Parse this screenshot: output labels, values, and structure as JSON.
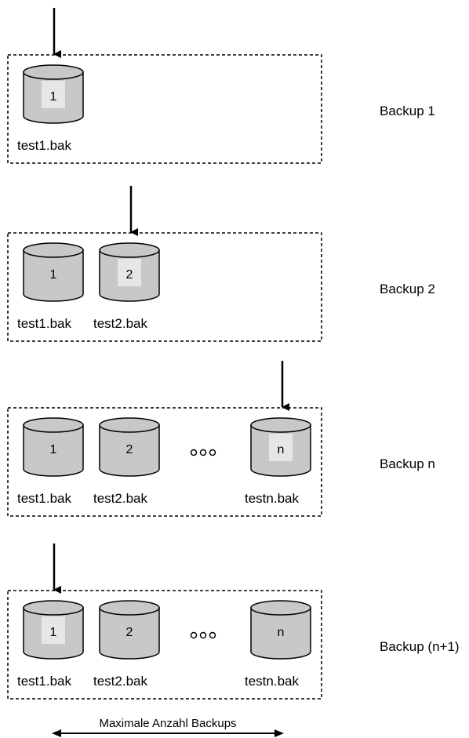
{
  "colors": {
    "cylinder_fill": "#c8c8c8",
    "highlight_fill": "#e6e6e6",
    "stroke": "#000000",
    "background": "#ffffff"
  },
  "rows": [
    {
      "label": "Backup 1",
      "disks": [
        {
          "number": "1",
          "file": "test1.bak",
          "highlighted": true
        }
      ],
      "has_ellipsis": false
    },
    {
      "label": "Backup 2",
      "disks": [
        {
          "number": "1",
          "file": "test1.bak",
          "highlighted": false
        },
        {
          "number": "2",
          "file": "test2.bak",
          "highlighted": true
        }
      ],
      "has_ellipsis": false
    },
    {
      "label": "Backup n",
      "disks": [
        {
          "number": "1",
          "file": "test1.bak",
          "highlighted": false
        },
        {
          "number": "2",
          "file": "test2.bak",
          "highlighted": false
        },
        {
          "number": "n",
          "file": "testn.bak",
          "highlighted": true
        }
      ],
      "has_ellipsis": true
    },
    {
      "label": "Backup (n+1)",
      "disks": [
        {
          "number": "1",
          "file": "test1.bak",
          "highlighted": true
        },
        {
          "number": "2",
          "file": "test2.bak",
          "highlighted": false
        },
        {
          "number": "n",
          "file": "testn.bak",
          "highlighted": false
        }
      ],
      "has_ellipsis": true
    }
  ],
  "footer": {
    "caption": "Maximale Anzahl Backups"
  }
}
